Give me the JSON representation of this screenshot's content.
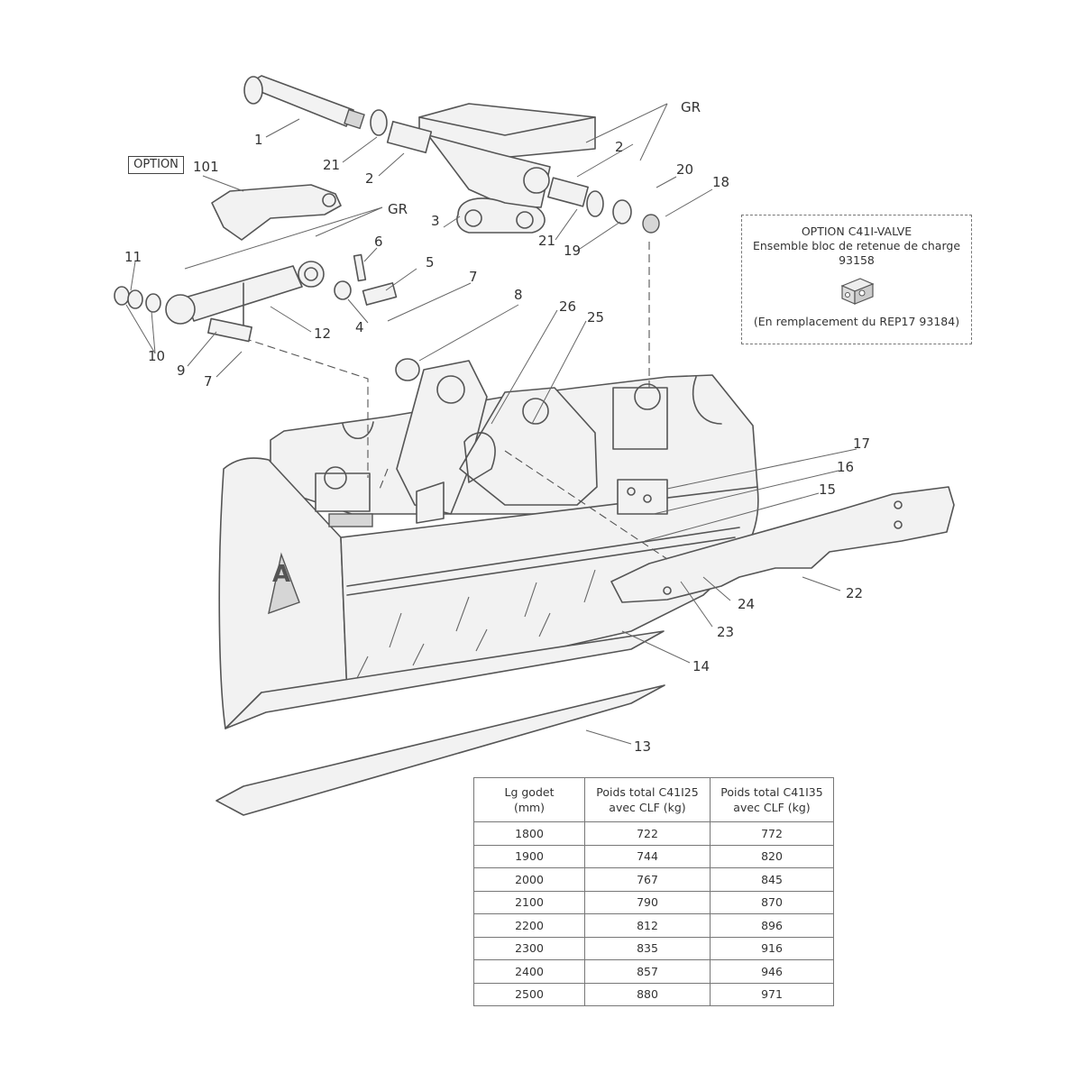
{
  "option_tag": "OPTION",
  "option_box": {
    "title": "OPTION C41I-VALVE",
    "line1": "Ensemble bloc de retenue de charge",
    "code": "93158",
    "note": "(En remplacement du REP17 93184)",
    "icon": "valve-block-icon"
  },
  "callouts": {
    "c1": "1",
    "c2a": "2",
    "c2b": "2",
    "c3": "3",
    "c4": "4",
    "c5": "5",
    "c6": "6",
    "c7a": "7",
    "c7b": "7",
    "c8": "8",
    "c9": "9",
    "c10": "10",
    "c11": "11",
    "c12": "12",
    "c13": "13",
    "c14": "14",
    "c15": "15",
    "c16": "16",
    "c17": "17",
    "c18": "18",
    "c19": "19",
    "c20": "20",
    "c21a": "21",
    "c21b": "21",
    "c22": "22",
    "c23": "23",
    "c24": "24",
    "c25": "25",
    "c26": "26",
    "c101": "101",
    "gr1": "GR",
    "gr2": "GR"
  },
  "table": {
    "headers": [
      [
        "Lg godet",
        "(mm)"
      ],
      [
        "Poids total C41I25",
        "avec CLF (kg)"
      ],
      [
        "Poids total C41I35",
        "avec CLF (kg)"
      ]
    ],
    "rows": [
      [
        "1800",
        "722",
        "772"
      ],
      [
        "1900",
        "744",
        "820"
      ],
      [
        "2000",
        "767",
        "845"
      ],
      [
        "2100",
        "790",
        "870"
      ],
      [
        "2200",
        "812",
        "896"
      ],
      [
        "2300",
        "835",
        "916"
      ],
      [
        "2400",
        "857",
        "946"
      ],
      [
        "2500",
        "880",
        "971"
      ]
    ]
  }
}
